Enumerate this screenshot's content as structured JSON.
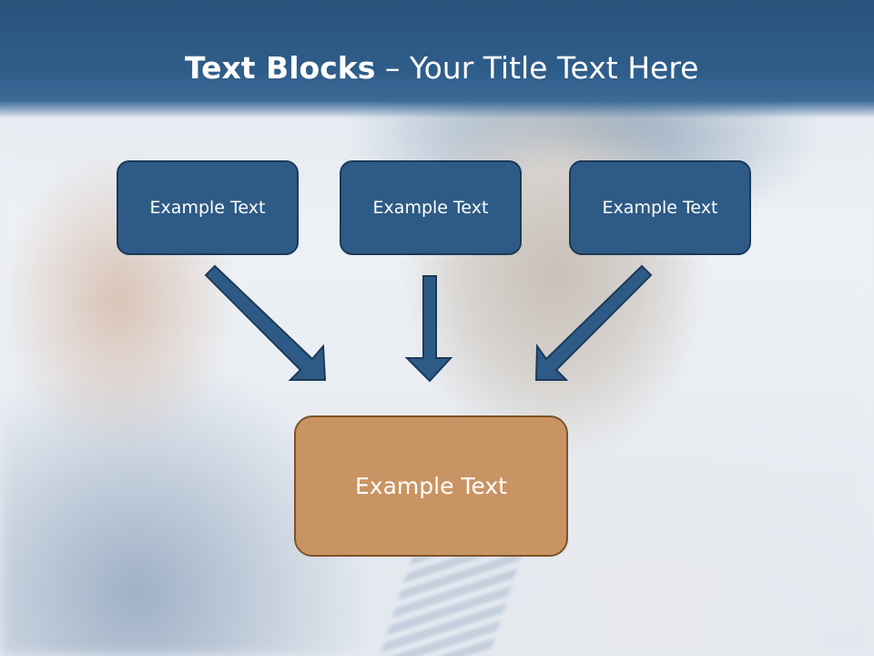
{
  "slide": {
    "title_bold": "Text Blocks",
    "title_separator": " – ",
    "title_rest": "Your Title Text Here",
    "top_blocks": [
      {
        "label": "Example Text"
      },
      {
        "label": "Example Text"
      },
      {
        "label": "Example Text"
      }
    ],
    "center_block": {
      "label": "Example Text"
    }
  },
  "colors": {
    "header": "#2f5d8a",
    "block_fill": "#2e5b86",
    "block_border": "#1b3a58",
    "center_fill": "#c99463",
    "center_border": "#7c5428",
    "arrow": "#2e5b86"
  },
  "icons": [
    "arrow-down-right-icon",
    "arrow-down-icon",
    "arrow-down-left-icon"
  ]
}
